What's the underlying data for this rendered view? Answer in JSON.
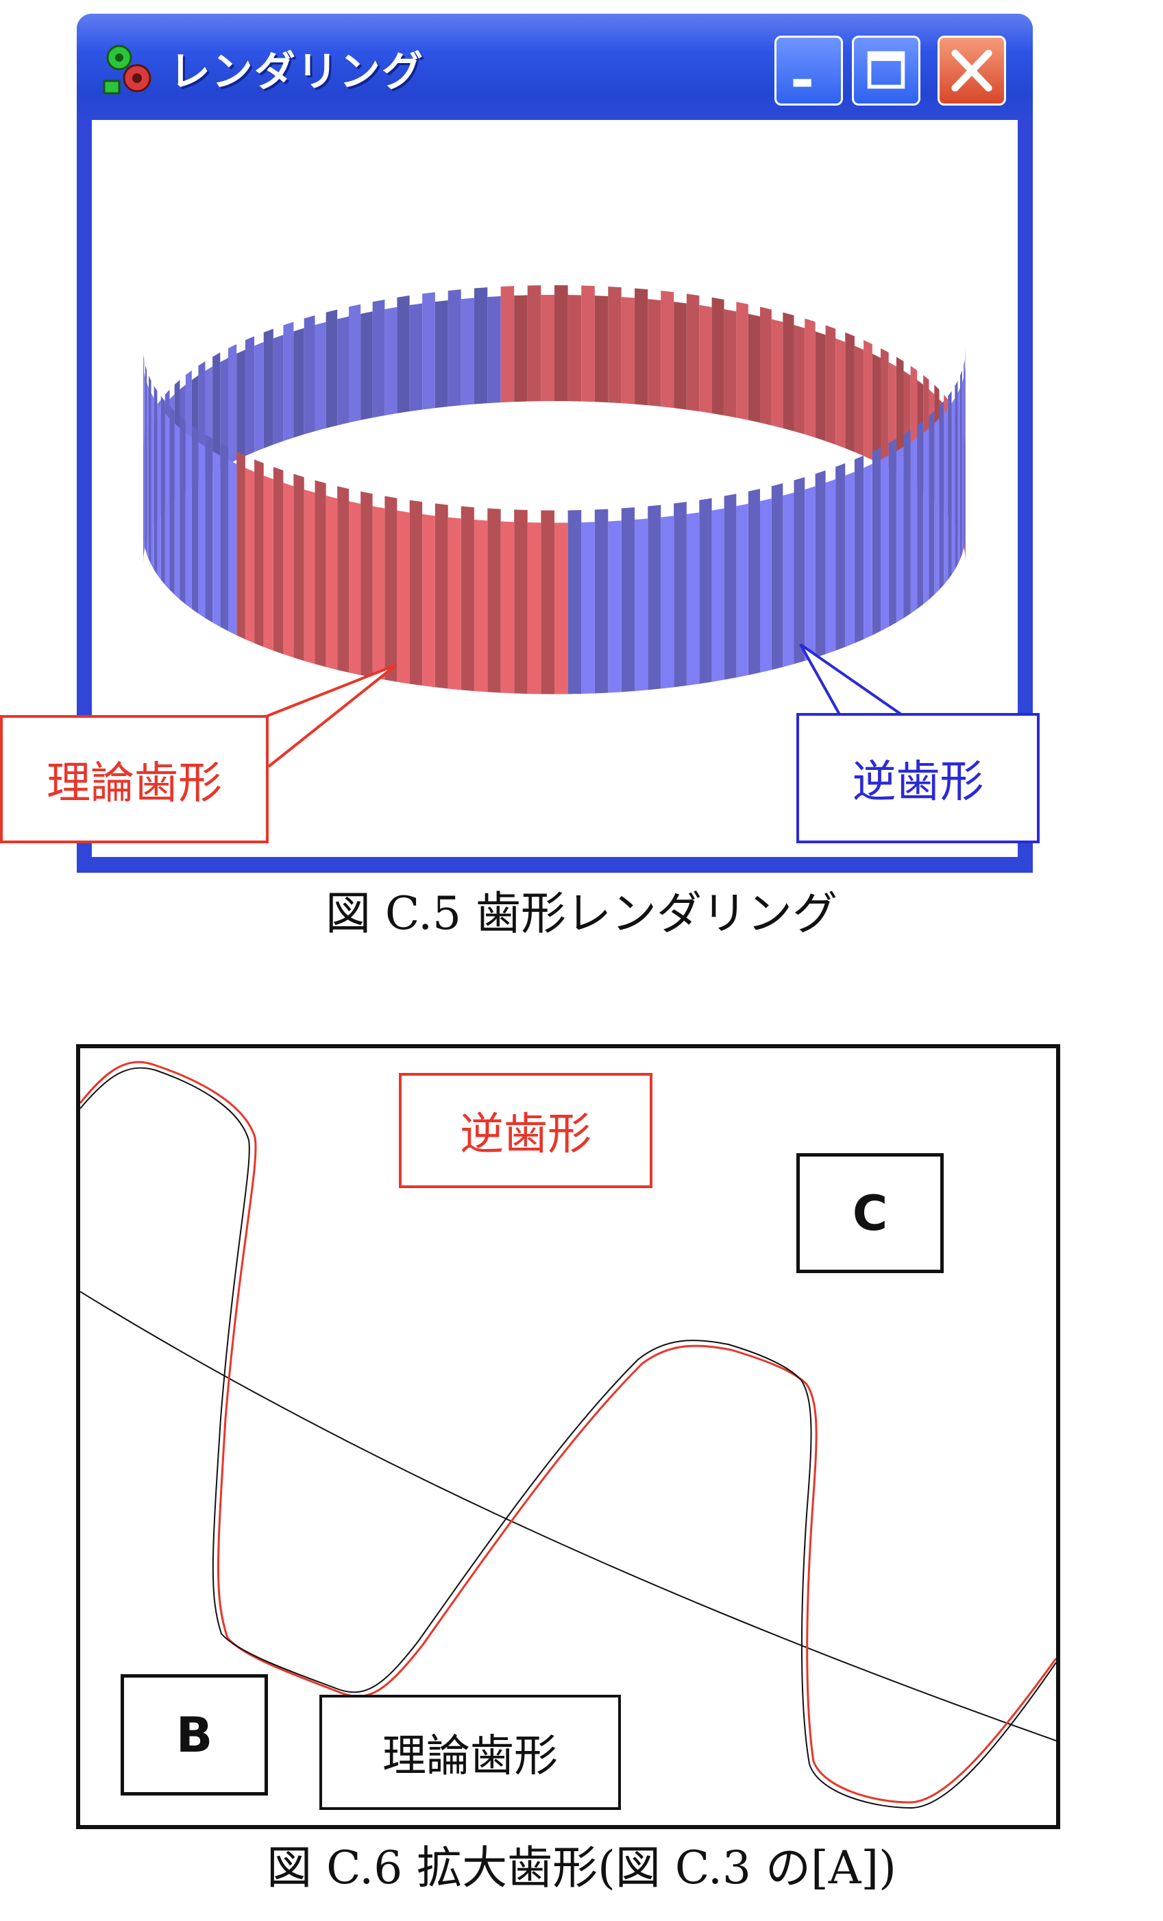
{
  "window": {
    "title": "レンダリング",
    "icons": {
      "app": "gear-pair-icon",
      "minimize": "minimize-icon",
      "maximize": "maximize-icon",
      "close": "close-icon"
    }
  },
  "figure1": {
    "callout_theoretical": "理論歯形",
    "callout_inverse": "逆歯形",
    "caption": "図 C.5  歯形レンダリング",
    "colors": {
      "theoretical": "#e8676f",
      "inverse": "#7f7ef5",
      "window_frame": "#2f46d8"
    }
  },
  "figure2": {
    "callout_inverse": "逆歯形",
    "callout_c": "C",
    "callout_b": "B",
    "callout_theoretical": "理論歯形",
    "caption": "図 C.6  拡大歯形(図 C.3 の[A])",
    "colors": {
      "inverse_curve": "#e8362a",
      "theoretical_curve": "#111111"
    }
  }
}
